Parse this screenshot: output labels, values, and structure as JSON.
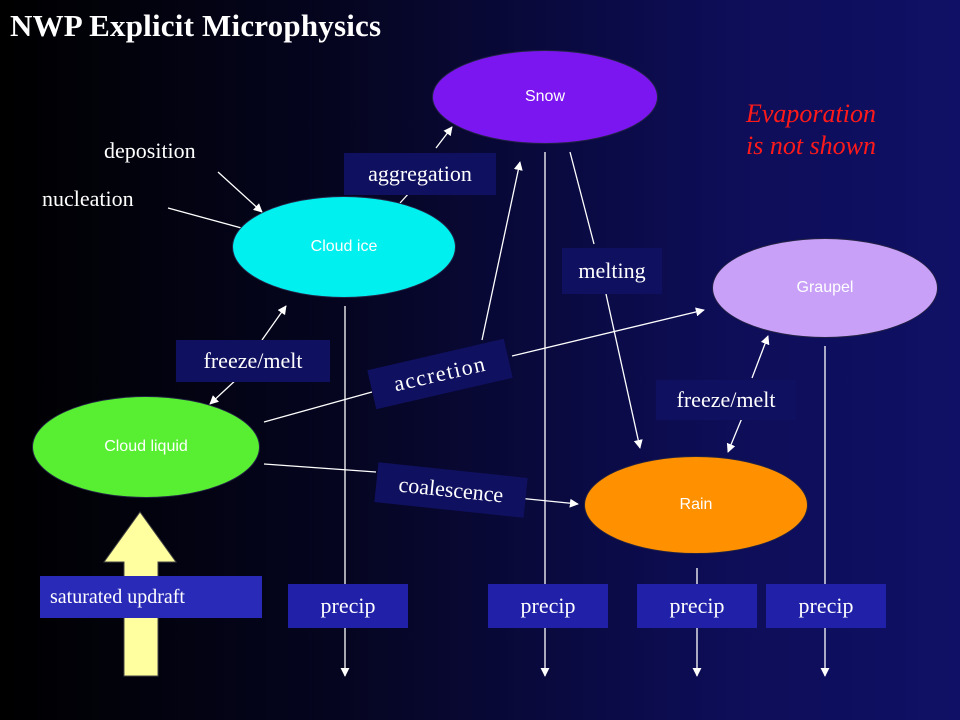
{
  "title": "NWP Explicit Microphysics",
  "note": {
    "line1": "Evaporation",
    "line2": "is not shown"
  },
  "nodes": {
    "snow": {
      "label": "Snow",
      "color": "#7b16f0"
    },
    "cloud_ice": {
      "label": "Cloud ice",
      "color": "#00f0f0"
    },
    "graupel": {
      "label": "Graupel",
      "color": "#c8a0f8"
    },
    "cloud_liquid": {
      "label": "Cloud liquid",
      "color": "#58ee32"
    },
    "rain": {
      "label": "Rain",
      "color": "#ff9000"
    }
  },
  "processes": {
    "deposition": "deposition",
    "nucleation": "nucleation",
    "aggregation": "aggregation",
    "melting": "melting",
    "freeze_melt_left": "freeze/melt",
    "freeze_melt_right": "freeze/melt",
    "accretion": "accretion",
    "coalescence": "coalescence"
  },
  "precip": [
    "precip",
    "precip",
    "precip",
    "precip"
  ],
  "updraft": {
    "label": "saturated updraft",
    "arrow_color": "#ffffa0"
  }
}
